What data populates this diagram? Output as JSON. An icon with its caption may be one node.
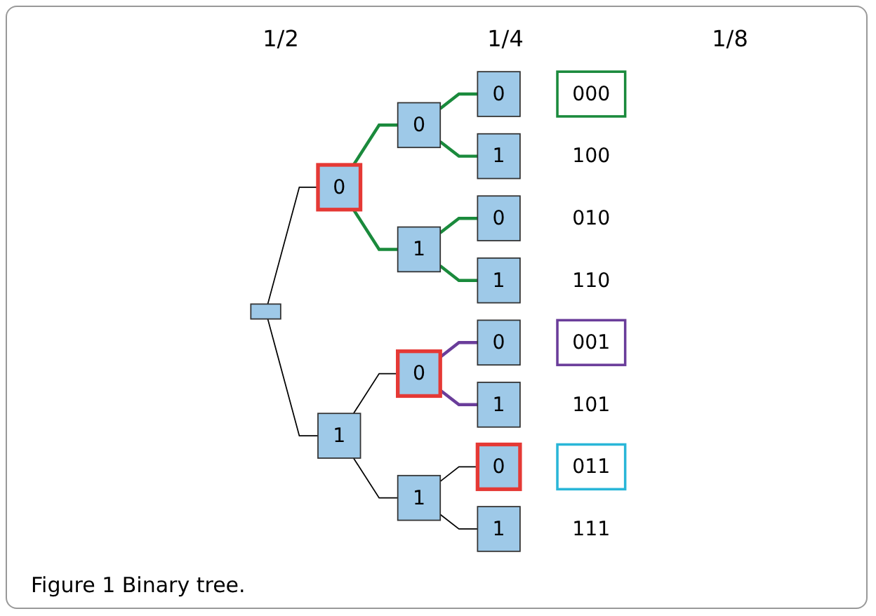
{
  "diagram": {
    "caption": "Figure 1 Binary tree.",
    "nodes": [
      {
        "text": [],
        "shape": "box"
      },
      {
        "text": [
          "0"
        ]
      },
      {
        "text": [
          "1"
        ]
      },
      {
        "text": [
          "0"
        ]
      },
      {
        "text": [
          "1"
        ]
      },
      {
        "text": [
          "0"
        ]
      },
      {
        "text": [
          "1"
        ]
      },
      {
        "text": [
          "0"
        ],
        "beside": [
          "000"
        ]
      },
      {
        "text": [
          "1"
        ],
        "beside": [
          "100"
        ]
      },
      {
        "text": [
          "0"
        ],
        "beside": [
          "010"
        ]
      },
      {
        "text": [
          "1"
        ],
        "beside": [
          "110"
        ]
      },
      {
        "text": [
          "0"
        ],
        "beside": [
          "001"
        ]
      },
      {
        "text": [
          "1"
        ],
        "beside": [
          "101"
        ]
      },
      {
        "text": [
          "0"
        ],
        "beside": [
          "011"
        ]
      },
      {
        "text": [
          "1"
        ],
        "beside": [
          "111"
        ]
      }
    ],
    "edges": [
      {
        "from": 0,
        "to": 1,
        "arrow": "none"
      },
      {
        "from": 0,
        "to": 2,
        "arrow": "none"
      },
      {
        "from": 1,
        "to": 3,
        "arrow": "none",
        "color": "#1a8a3c"
      },
      {
        "from": 1,
        "to": 4,
        "arrow": "none",
        "color": "#1a8a3c"
      },
      {
        "from": 2,
        "to": 5,
        "arrow": "none"
      },
      {
        "from": 2,
        "to": 6,
        "arrow": "none"
      },
      {
        "from": 3,
        "to": 7,
        "arrow": "none",
        "color": "#1a8a3c"
      },
      {
        "from": 3,
        "to": 8,
        "arrow": "none",
        "color": "#1a8a3c"
      },
      {
        "from": 4,
        "to": 9,
        "arrow": "none",
        "color": "#1a8a3c"
      },
      {
        "from": 4,
        "to": 10,
        "arrow": "none",
        "color": "#1a8a3c"
      },
      {
        "from": 5,
        "to": 11,
        "arrow": "none",
        "color": "#6a3d9a"
      },
      {
        "from": 5,
        "to": 12,
        "arrow": "none",
        "color": "#6a3d9a"
      },
      {
        "from": 6,
        "to": 13,
        "arrow": "none"
      },
      {
        "from": 6,
        "to": 14,
        "arrow": "none"
      }
    ],
    "labels": [
      "1/2",
      "1/4",
      "1/8"
    ]
  }
}
